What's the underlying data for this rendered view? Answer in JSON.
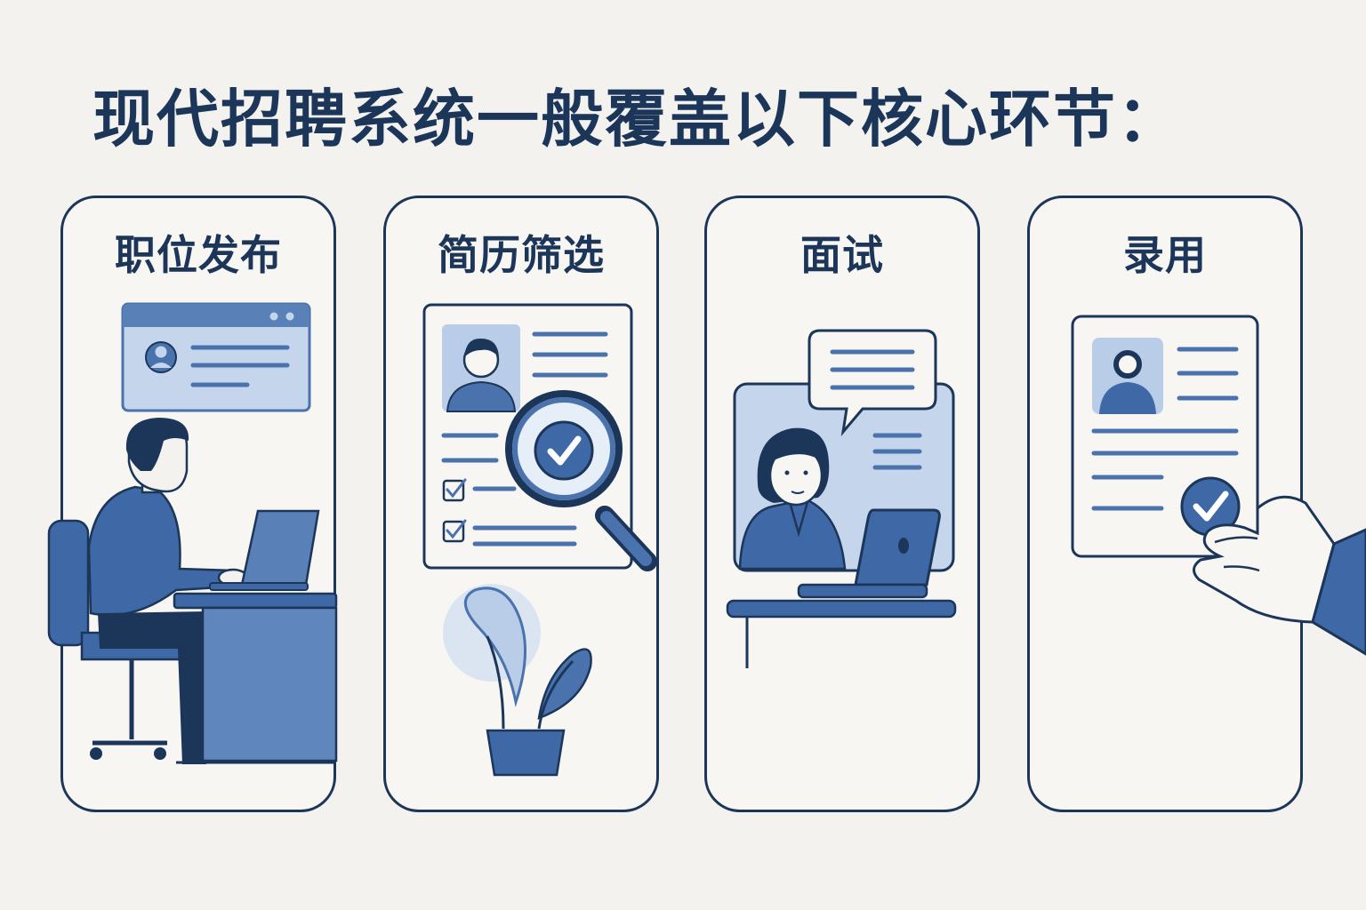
{
  "title": "现代招聘系统一般覆盖以下核心环节：",
  "colors": {
    "dark_navy": "#1c3659",
    "mid_blue": "#4a72ad",
    "light_blue": "#b9cde8",
    "background": "#f4f2ee"
  },
  "steps": [
    {
      "label": "职位发布",
      "icon": "person-at-laptop-icon"
    },
    {
      "label": "简历筛选",
      "icon": "resume-magnifier-check-icon"
    },
    {
      "label": "面试",
      "icon": "video-interview-icon"
    },
    {
      "label": "录用",
      "icon": "hand-holding-approved-resume-icon"
    }
  ]
}
